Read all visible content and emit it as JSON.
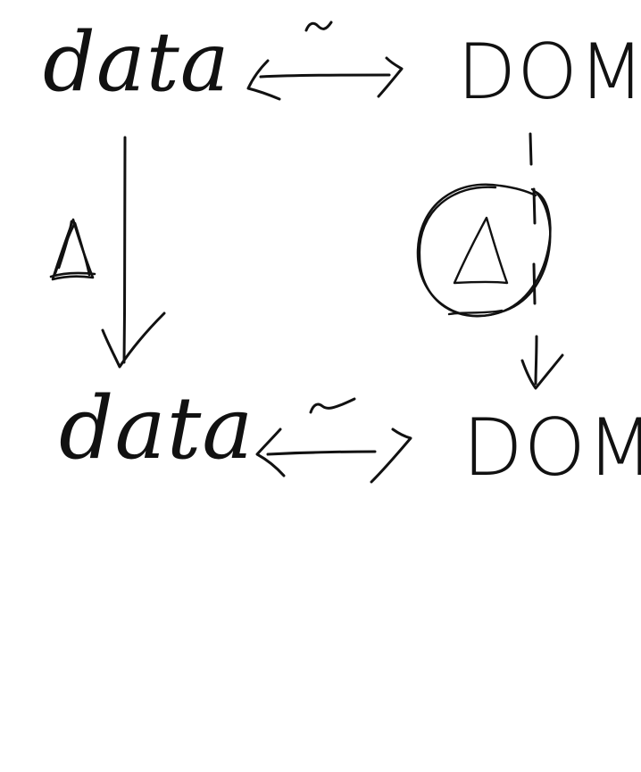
{
  "diagram": {
    "top_row": {
      "left_node": "data",
      "right_node": "DOM",
      "relation_symbol": "tilde-double-arrow"
    },
    "bottom_row": {
      "left_node": "data",
      "right_node": "DOM",
      "relation_symbol": "tilde-double-arrow"
    },
    "left_edge": {
      "symbol": "delta-icon",
      "direction": "down"
    },
    "right_edge": {
      "symbol": "circled-delta-icon",
      "direction": "down",
      "style": "dashed"
    },
    "colors": {
      "ink": "#111111",
      "background": "#ffffff"
    }
  }
}
